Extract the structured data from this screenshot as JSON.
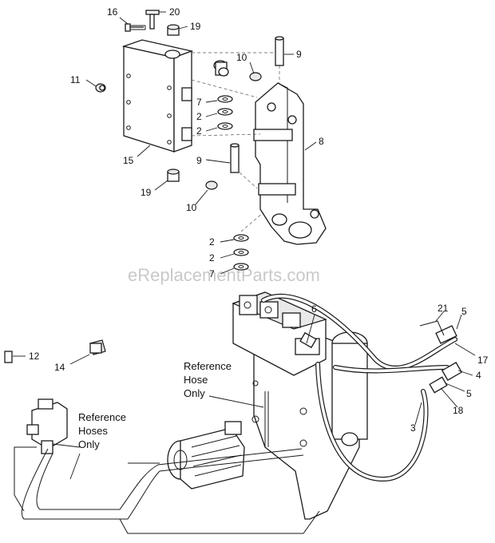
{
  "watermark": "eReplacementParts.com",
  "callouts": {
    "c16": "16",
    "c20": "20",
    "c19a": "19",
    "c10a": "10",
    "c9a": "9",
    "c11": "11",
    "c7a": "7",
    "c2a": "2",
    "c2b": "2",
    "c8": "8",
    "c15": "15",
    "c9b": "9",
    "c19b": "19",
    "c10b": "10",
    "c2c": "2",
    "c2d": "2",
    "c7b": "7",
    "c6": "6",
    "c21": "21",
    "c5a": "5",
    "c17": "17",
    "c4": "4",
    "c5b": "5",
    "c18": "18",
    "c3": "3",
    "c12": "12",
    "c14": "14"
  },
  "notes": {
    "hose_ref": [
      "Reference",
      "Hose",
      "Only"
    ],
    "hoses_ref": [
      "Reference",
      "Hoses",
      "Only"
    ]
  }
}
